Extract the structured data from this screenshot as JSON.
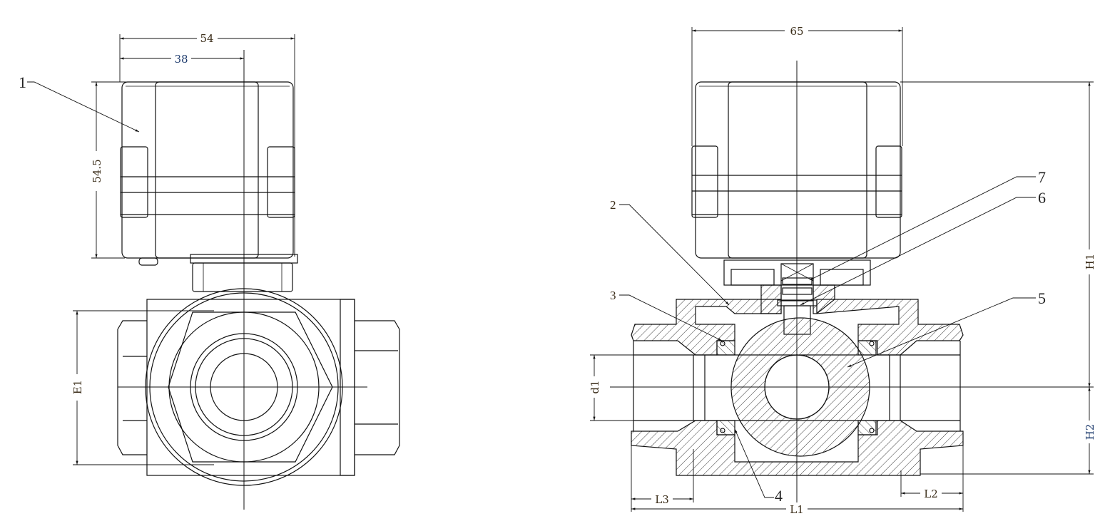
{
  "drawing": {
    "front_view": {
      "dimensions": {
        "width_total": "54",
        "width_half": "38",
        "actuator_height": "54.5",
        "end_diameter": "E1"
      },
      "part_labels": [
        "1"
      ]
    },
    "section_view": {
      "dimensions": {
        "width_total": "65",
        "height_upper": "H1",
        "height_lower": "H2",
        "bore": "d1",
        "length_total": "L1",
        "thread_left": "L3",
        "thread_right": "L2"
      },
      "part_labels": [
        "2",
        "3",
        "4",
        "5",
        "6",
        "7"
      ]
    }
  }
}
